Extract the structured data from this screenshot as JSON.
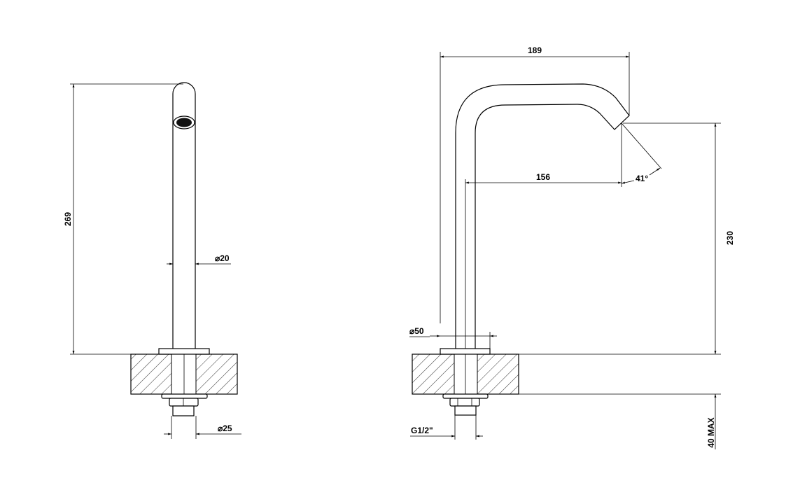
{
  "drawing": {
    "front_view": {
      "height_dim": "269",
      "pipe_diameter": "⌀20",
      "connection_diameter": "⌀25"
    },
    "side_view": {
      "reach_dim": "189",
      "spout_reach_dim": "156",
      "angle": "41°",
      "height_dim": "230",
      "base_diameter": "⌀50",
      "thread": "G1/2\"",
      "counter_thickness": "40 MAX"
    }
  }
}
